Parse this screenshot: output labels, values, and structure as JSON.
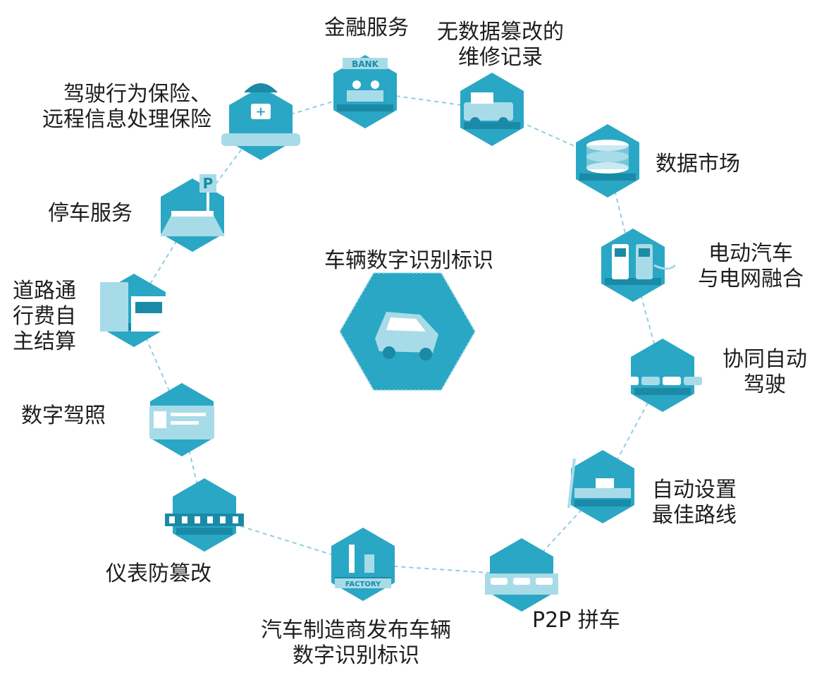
{
  "center": {
    "label": "车辆数字识别标识",
    "icon": "car-icon"
  },
  "colors": {
    "hex": "#2aa7c4",
    "hex_dark": "#1b8aa6",
    "hex_light": "#a8dbe8",
    "line": "#8fcfdf",
    "text": "#1e1e1e"
  },
  "nodes": [
    {
      "id": "finance",
      "lines": [
        "金融服务"
      ],
      "icon": "bank-icon",
      "sign": "BANK"
    },
    {
      "id": "maintenance",
      "lines": [
        "无数据篡改的",
        "维修记录"
      ],
      "icon": "pickup-truck-icon"
    },
    {
      "id": "data-market",
      "lines": [
        "数据市场"
      ],
      "icon": "database-icon"
    },
    {
      "id": "ev-grid",
      "lines": [
        "电动汽车",
        "与电网融合"
      ],
      "icon": "charging-station-icon"
    },
    {
      "id": "coop-driving",
      "lines": [
        "协同自动",
        "驾驶"
      ],
      "icon": "car-platoon-icon"
    },
    {
      "id": "auto-route",
      "lines": [
        "自动设置",
        "最佳路线"
      ],
      "icon": "road-route-icon"
    },
    {
      "id": "p2p",
      "lines": [
        "P2P 拼车"
      ],
      "icon": "carpool-icon"
    },
    {
      "id": "manufacturer",
      "lines": [
        "汽车制造商发布车辆",
        "数字识别标识"
      ],
      "icon": "factory-icon",
      "sign": "FACTORY"
    },
    {
      "id": "odometer",
      "lines": [
        "仪表防篡改"
      ],
      "icon": "odometer-icon"
    },
    {
      "id": "license",
      "lines": [
        "数字驾照"
      ],
      "icon": "license-card-icon"
    },
    {
      "id": "toll",
      "lines": [
        "道路通",
        "行费自",
        "主结算"
      ],
      "icon": "toll-booth-icon"
    },
    {
      "id": "parking",
      "lines": [
        "停车服务"
      ],
      "icon": "parking-icon",
      "sign": "P"
    },
    {
      "id": "insurance",
      "lines": [
        "驾驶行为保险、",
        "远程信息处理保险"
      ],
      "icon": "insurance-umbrella-icon"
    }
  ]
}
